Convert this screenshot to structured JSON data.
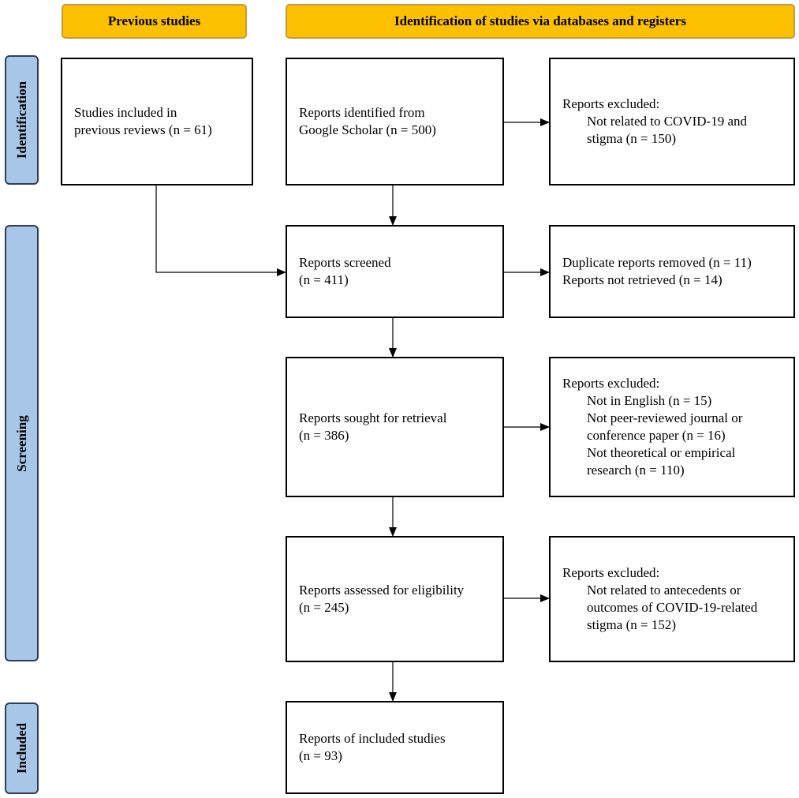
{
  "headers": {
    "previous": "Previous studies",
    "databases": "Identification of studies via databases and registers"
  },
  "phases": {
    "identification": "Identification",
    "screening": "Screening",
    "included": "Included"
  },
  "boxes": {
    "previous_reviews": [
      "Studies included in",
      "previous reviews (n = 61)"
    ],
    "identified": [
      "Reports identified from",
      "Google Scholar (n = 500)"
    ],
    "excluded_1": {
      "title": "Reports excluded:",
      "lines": [
        "Not related to COVID-19 and",
        "stigma (n = 150)"
      ]
    },
    "screened": [
      "Reports screened",
      "(n = 411)"
    ],
    "removed": [
      "Duplicate reports removed (n = 11)",
      "Reports not retrieved (n = 14)"
    ],
    "sought": [
      "Reports sought for retrieval",
      "(n = 386)"
    ],
    "excluded_2": {
      "title": "Reports excluded:",
      "lines": [
        "Not in English (n = 15)",
        "Not peer-reviewed journal or",
        "conference paper (n = 16)",
        "Not theoretical or empirical",
        "research (n = 110)"
      ]
    },
    "assessed": [
      "Reports assessed for eligibility",
      "(n = 245)"
    ],
    "excluded_3": {
      "title": "Reports excluded:",
      "lines": [
        "Not related to antecedents or",
        "outcomes of COVID-19-related",
        "stigma (n = 152)"
      ]
    },
    "included": [
      "Reports of included studies",
      "(n = 93)"
    ]
  }
}
